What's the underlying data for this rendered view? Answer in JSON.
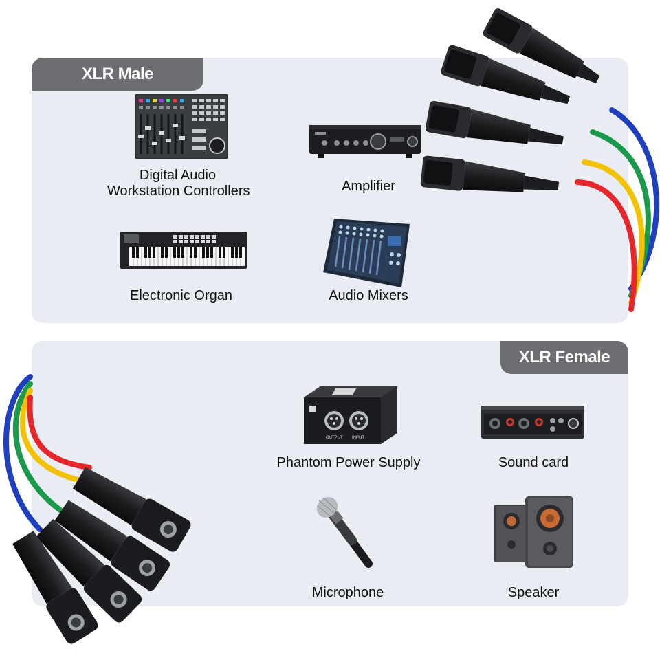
{
  "male_section": {
    "title": "XLR Male",
    "devices": [
      {
        "label_line1": "Digital Audio",
        "label_line2": "Workstation Controllers",
        "icon": "daw-controller-icon"
      },
      {
        "label": "Amplifier",
        "icon": "amplifier-icon"
      },
      {
        "label": "Electronic Organ",
        "icon": "keyboard-icon"
      },
      {
        "label": "Audio Mixers",
        "icon": "mixer-icon"
      }
    ]
  },
  "female_section": {
    "title": "XLR Female",
    "devices": [
      {
        "label": "Phantom Power Supply",
        "icon": "phantom-power-icon",
        "print_output": "OUTPUT",
        "print_input": "INPUT"
      },
      {
        "label": "Sound card",
        "icon": "sound-card-icon"
      },
      {
        "label": "Microphone",
        "icon": "microphone-icon"
      },
      {
        "label": "Speaker",
        "icon": "speaker-icon"
      }
    ]
  },
  "cable_colors": {
    "blue": "#1f3fbf",
    "green": "#1a9a4a",
    "yellow": "#f2c200",
    "red": "#e5262a"
  },
  "colors": {
    "panel": "#e9ecf2",
    "tab": "#6c6e72",
    "tab_text": "#ffffff",
    "text": "#111111"
  }
}
